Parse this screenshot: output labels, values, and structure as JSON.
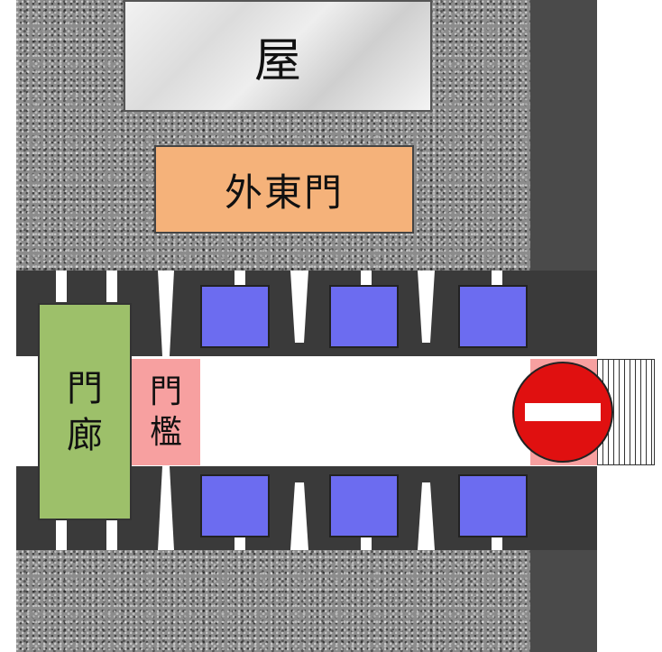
{
  "labels": {
    "house": "屋",
    "outer_east_gate": "外東門",
    "gate_porch_line1": "門",
    "gate_porch_line2": "廊",
    "threshold_line1": "門",
    "threshold_line2": "檻"
  },
  "icons": {
    "no_entry": "no-entry-icon"
  },
  "colors": {
    "stone": "#8c8c8c",
    "dark_frame": "#3a3a3a",
    "wall": "#4a4a4a",
    "gate_label_fill": "#f5b27a",
    "porch_fill": "#9dc06a",
    "threshold_fill": "#f7a0a0",
    "pillar_fill": "#6c6cf0",
    "no_entry_red": "#e01010"
  }
}
